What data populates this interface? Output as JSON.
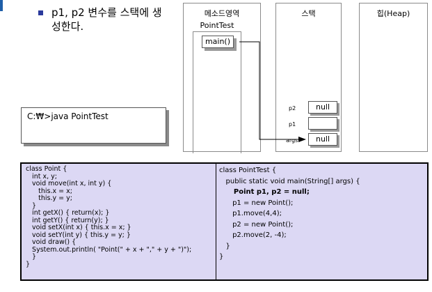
{
  "bullet_text": "p1, p2 변수를 스택에 생성한다.",
  "method_area": {
    "title": "메소드영역",
    "class_name": "PointTest",
    "method": "main()"
  },
  "stack": {
    "title": "스택",
    "vars": [
      {
        "label": "p2",
        "value": "null"
      },
      {
        "label": "p1",
        "value": ""
      },
      {
        "label": "args",
        "value": "null"
      }
    ]
  },
  "heap": {
    "title": "힙(Heap)"
  },
  "console": {
    "command": "C:₩>java PointTest"
  },
  "code_point": [
    "class Point {",
    "   int x, y;",
    "   void move(int x, int y) {",
    "      this.x = x;",
    "      this.y = y;",
    "   }",
    "   int getX() { return(x); }",
    "   int getY() { return(y); }",
    "   void setX(int x) { this.x = x; }",
    "   void setY(int y) { this.y = y; }",
    "   void draw() {",
    "   System.out.println( \"Point(\" + x + \",\" + y + \")\");",
    "   }",
    "}"
  ],
  "code_pointtest": [
    "class PointTest {",
    "   public static void main(String[] args) {",
    "      Point p1, p2 = null;",
    "      p1 = new Point();",
    "      p1.move(4,4);",
    "      p2 = new Point();",
    "      p2.move(2, -4);",
    "   }",
    "}"
  ],
  "highlight_line": 2
}
